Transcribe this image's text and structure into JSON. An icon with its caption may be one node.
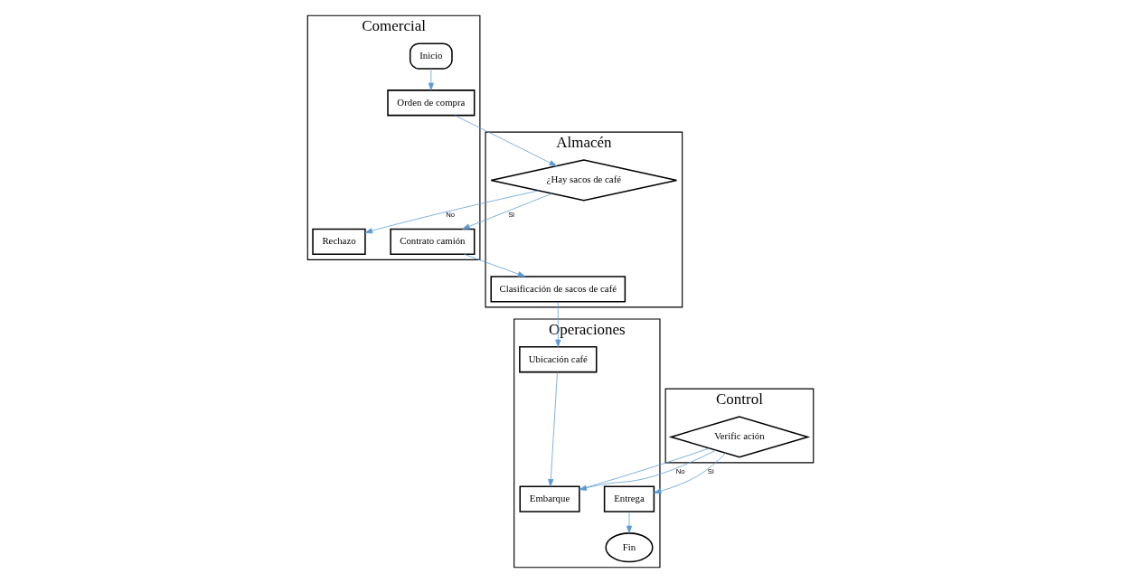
{
  "diagram": {
    "nodes": [
      {
        "text": [
          "Comercial"
        ]
      },
      {
        "text": [
          "Almacén"
        ]
      },
      {
        "text": [
          "Operaciones"
        ]
      },
      {
        "text": [
          "Control"
        ]
      },
      {
        "text": [
          "Inicio"
        ],
        "in": 0
      },
      {
        "text": [
          "Orden de compra"
        ],
        "in": 0
      },
      {
        "text": [
          "Rechazo"
        ],
        "in": 0
      },
      {
        "text": [
          "Contrato camión"
        ],
        "in": 0
      },
      {
        "text": [
          "¿Hay sacos de café"
        ],
        "in": 1
      },
      {
        "text": [
          "Clasificación de sacos de café"
        ],
        "in": 1
      },
      {
        "text": [
          "Ubicación café"
        ],
        "in": 2
      },
      {
        "text": [
          "Embarque"
        ],
        "in": 2
      },
      {
        "text": [
          "Entrega"
        ],
        "in": 2
      },
      {
        "text": [
          "Fin"
        ],
        "in": 2
      },
      {
        "text": [
          "Verific ación"
        ],
        "in": 3
      }
    ],
    "edges": [
      {
        "from": 4,
        "to": 5,
        "arrow": "to"
      },
      {
        "from": 5,
        "to": 8,
        "arrow": "to"
      },
      {
        "from": 8,
        "to": 6,
        "arrow": "to",
        "label": "No"
      },
      {
        "from": 8,
        "to": 7,
        "arrow": "to",
        "label": "Si"
      },
      {
        "from": 7,
        "to": 9,
        "arrow": "to"
      },
      {
        "from": 9,
        "to": 10,
        "arrow": "to"
      },
      {
        "from": 10,
        "to": 11,
        "arrow": "to"
      },
      {
        "from": 11,
        "to": 14,
        "arrow": "none"
      },
      {
        "from": 14,
        "to": 11,
        "arrow": "to",
        "label": "No"
      },
      {
        "from": 14,
        "to": 12,
        "arrow": "to",
        "label": "Si"
      },
      {
        "from": 12,
        "to": 13,
        "arrow": "to"
      }
    ]
  }
}
